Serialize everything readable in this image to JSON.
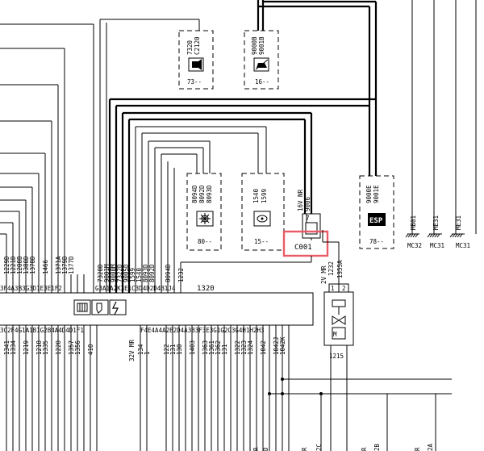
{
  "connector_module_a": {
    "wires": [
      "7320",
      "C2120"
    ],
    "ref": "73--"
  },
  "connector_module_b": {
    "wires": [
      "9000B",
      "9001B"
    ],
    "ref": "16--"
  },
  "module_80": {
    "wires": [
      "8094D",
      "8092D",
      "8093D"
    ],
    "ref": "80--"
  },
  "module_15": {
    "wires": [
      "1540",
      "1599"
    ],
    "ref": "15--"
  },
  "relay_c001": {
    "wires": [
      "16V NR",
      "9006"
    ],
    "pin": "7",
    "label": "C001"
  },
  "esp_module": {
    "wires": [
      "9000E",
      "9001E"
    ],
    "icon_text": "ESP",
    "ref": "78--"
  },
  "grounds": [
    {
      "wire": "MB01",
      "label": "MC32"
    },
    {
      "wire": "ME31",
      "label": "MC31"
    },
    {
      "wire": "ME31",
      "label": "MC31"
    }
  ],
  "ecu": {
    "label": "1320",
    "top_pins": "3F4A3B3G3D1E3E1F2",
    "top_pins_right": "G3A1A2K3E1C3D4D2D4B1J4",
    "bottom_pins_left": "3C2F4G1A1B1G2B4A4D4D1F1",
    "bottom_pins_right": "F4E4A4A2B2D4A3B3F3E3G1G2G3G4H1H2H3",
    "left_wires": [
      "1229D",
      "1221D",
      "1208B",
      "1380D",
      "1378D",
      "1466",
      "1371A",
      "1379D",
      "1377D"
    ],
    "right_wires": [
      "7320D",
      "9001M",
      "9000M",
      "7322D",
      "9005D",
      "1599",
      "1540",
      "8093D",
      "8092D",
      "8094D",
      "1232"
    ],
    "bottom_wires_left": [
      "1341",
      "1334",
      "1219",
      "1218",
      "1335",
      "1220",
      "1357",
      "1356",
      "410"
    ],
    "bottom_label_32v": "32V MR",
    "bottom_wires_mid": [
      "134",
      "1",
      "122",
      "131",
      "130",
      "1403",
      "1363",
      "1361",
      "1362",
      "131",
      "1322",
      "1323",
      "1324",
      "1042",
      "1042J",
      "1042K"
    ]
  },
  "valve": {
    "wires": [
      "2V MR",
      "1232",
      "1355A"
    ],
    "pins": [
      "1",
      "2"
    ],
    "label": "1215"
  },
  "bottom_edge_labels": [
    "R",
    "D",
    "R",
    "2C",
    "R",
    "2B",
    "R",
    "2A"
  ]
}
